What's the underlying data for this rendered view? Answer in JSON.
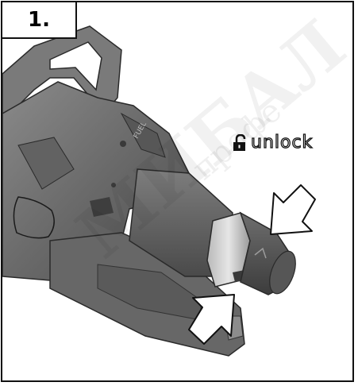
{
  "step": {
    "label": "1."
  },
  "unlock": {
    "label": "unlock",
    "icon": "padlock-open-icon"
  },
  "watermark": {
    "line1": "МИБАЛ",
    "line2": "профе"
  },
  "colors": {
    "border": "#111111",
    "tool_body": "#6f6f6f",
    "arrow_fill": "#ffffff"
  }
}
